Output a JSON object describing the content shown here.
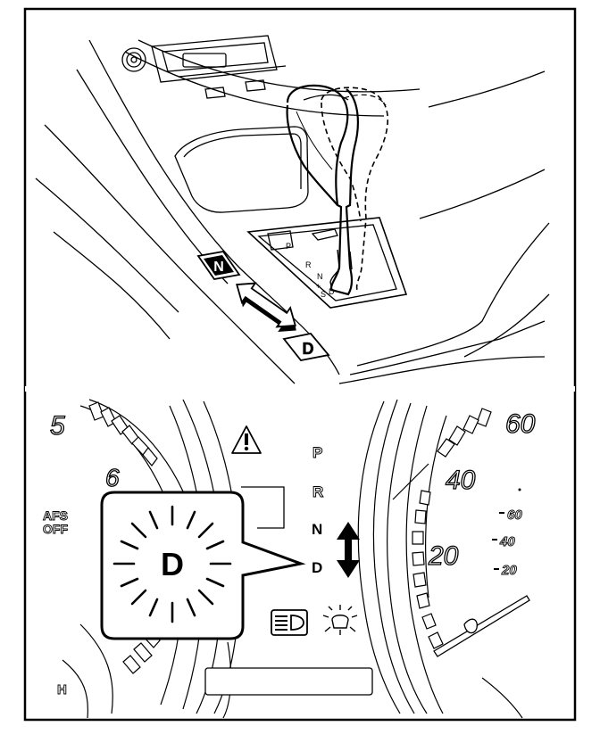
{
  "callouts": {
    "shift_from": "N",
    "shift_to": "D"
  },
  "console": {
    "gate_p": "P",
    "gate_r": "R",
    "gate_n": "N",
    "gate_plus": "+",
    "gate_s": "S",
    "gate_d": "D"
  },
  "cluster": {
    "tach_5": "5",
    "tach_6": "6",
    "afs_line1": "AFS",
    "afs_line2": "OFF",
    "temp_h": "H",
    "gear_p": "P",
    "gear_r": "R",
    "gear_n": "N",
    "gear_d": "D",
    "popup_gear": "D",
    "speed_60": "60",
    "speed_40": "40",
    "speed_20": "20",
    "km_60": "60",
    "km_40": "40",
    "km_20": "20"
  },
  "icons": {
    "warning": "warning-triangle-icon",
    "headlight": "headlight-indicator-icon",
    "sun": "light-sensor-icon",
    "updown": "up-down-arrow-icon",
    "shift_arrow": "double-arrow-icon"
  },
  "colors": {
    "ink": "#000000",
    "paper": "#ffffff"
  }
}
